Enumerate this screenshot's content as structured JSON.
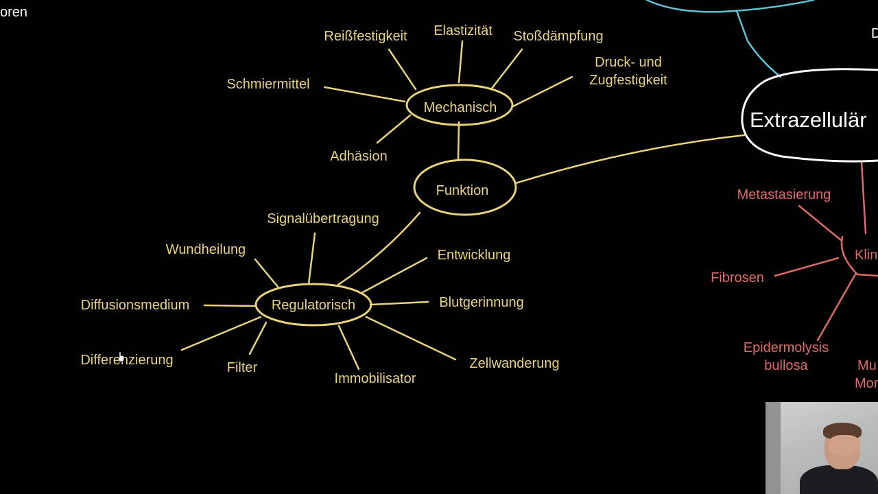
{
  "header": {
    "corner_text": "oren",
    "corner_right": "D"
  },
  "colors": {
    "yellow": "#e9d47d",
    "white": "#ffffff",
    "cyan": "#5fc3d6",
    "red": "#e06a66",
    "background": "#000000"
  },
  "nodes": {
    "center": "Extrazellulär",
    "funktion": "Funktion",
    "mechanisch": "Mechanisch",
    "regulatorisch": "Regulatorisch",
    "klin": "Klin"
  },
  "mechanisch_leaves": {
    "reissfestigkeit": "Reißfestigkeit",
    "elastizitaet": "Elastizität",
    "stossdaempfung": "Stoßdämpfung",
    "druck_line1": "Druck- und",
    "druck_line2": "Zugfestigkeit",
    "schmiermittel": "Schmiermittel",
    "adhaesion": "Adhäsion"
  },
  "regulatorisch_leaves": {
    "signaluebertragung": "Signalübertragung",
    "wundheilung": "Wundheilung",
    "entwicklung": "Entwicklung",
    "diffusionsmedium": "Diffusionsmedium",
    "blutgerinnung": "Blutgerinnung",
    "differenzierung": "Differenzierung",
    "filter": "Filter",
    "immobilisator": "Immobilisator",
    "zellwanderung": "Zellwanderung"
  },
  "klin_leaves": {
    "metastasierung": "Metastasierung",
    "fibrosen": "Fibrosen",
    "epidermolysis_line1": "Epidermolysis",
    "epidermolysis_line2": "bullosa",
    "mu_line1": "Mu",
    "mu_line2": "Mor"
  },
  "icons": {
    "cursor": "hand-cursor-icon",
    "webcam": "webcam-overlay"
  }
}
